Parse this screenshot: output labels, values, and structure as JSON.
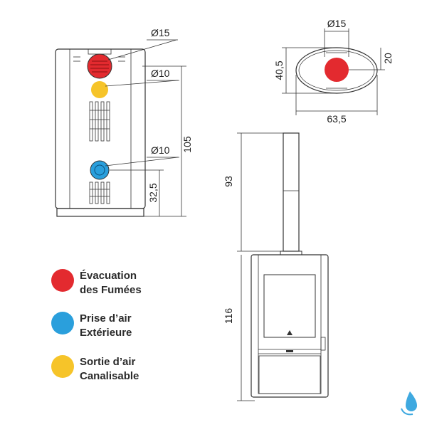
{
  "colors": {
    "smoke": "#e32a2f",
    "air_intake": "#2a9fdc",
    "air_outlet": "#f6c429",
    "line": "#333333",
    "logo": "#3fa9e0"
  },
  "front_view": {
    "flue_diameter": "Ø15",
    "outlet_diameter": "Ø10",
    "intake_diameter": "Ø10",
    "total_height": "105",
    "intake_height": "32,5"
  },
  "top_view": {
    "flue_diameter": "Ø15",
    "depth": "40,5",
    "flue_offset": "20",
    "width": "63,5"
  },
  "side_view": {
    "pipe_height": "93",
    "stove_height": "116"
  },
  "legend": [
    {
      "line1": "Évacuation",
      "line2": "des Fumées",
      "color": "#e32a2f"
    },
    {
      "line1": "Prise d’air",
      "line2": "Extérieure",
      "color": "#2a9fdc"
    },
    {
      "line1": "Sortie d’air",
      "line2": "Canalisable",
      "color": "#f6c429"
    }
  ],
  "icons": {
    "logo": "water-drop-logo-icon"
  }
}
